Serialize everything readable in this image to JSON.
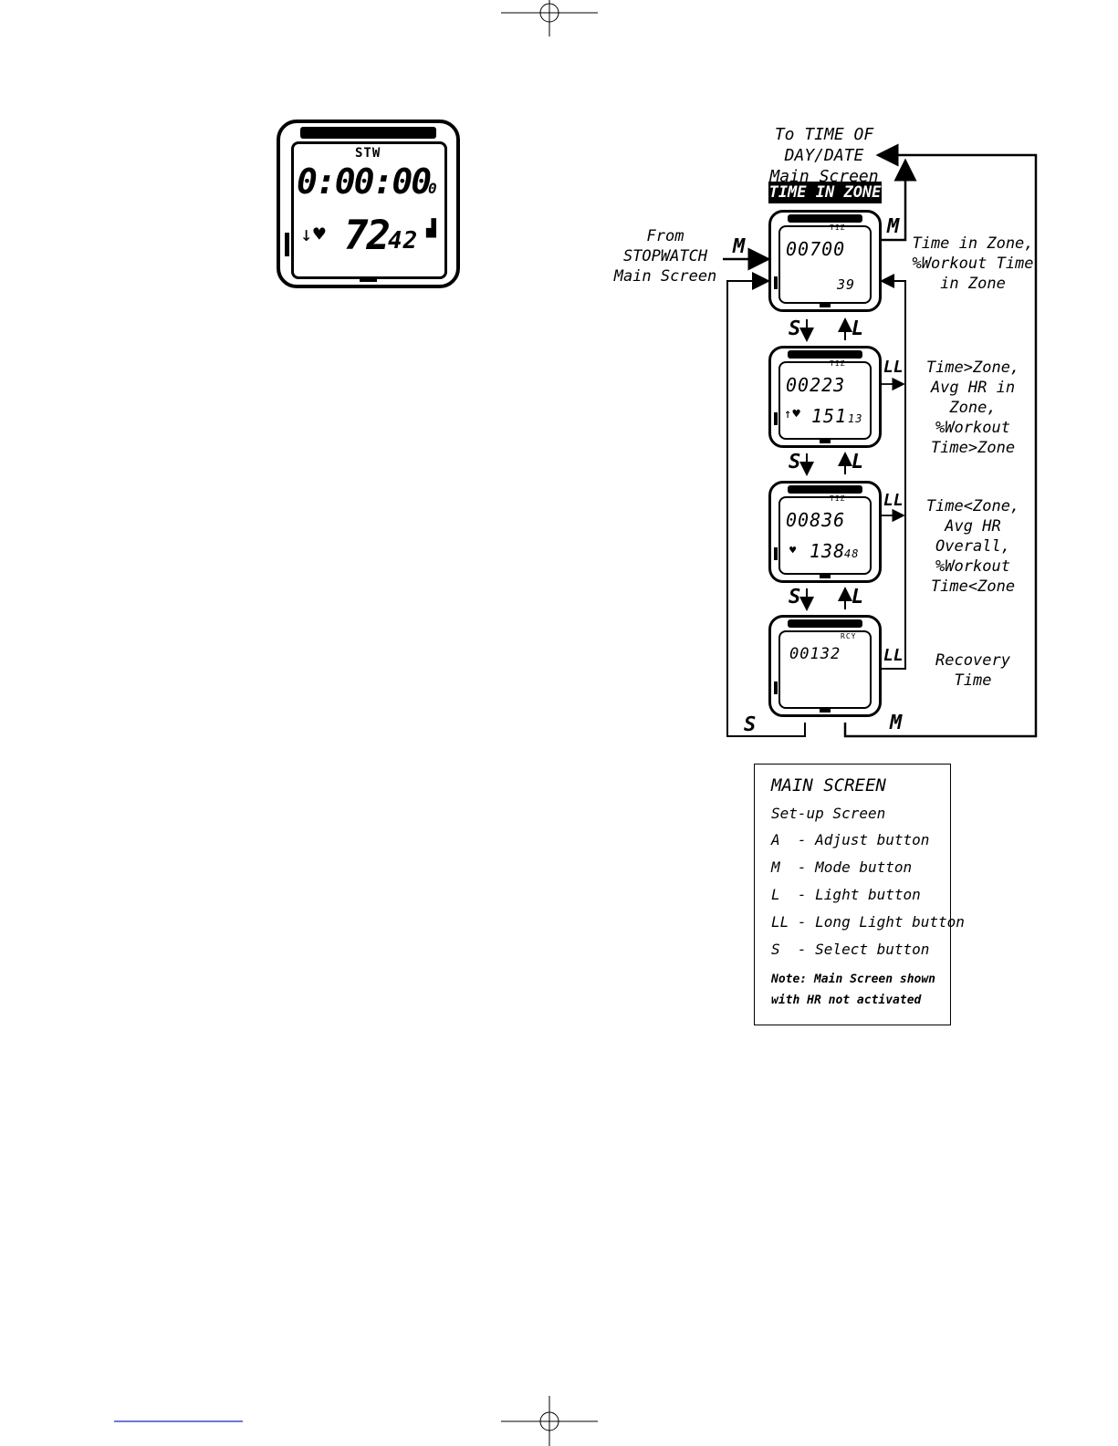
{
  "top_watch": {
    "mode": "STW",
    "time": "0:00:00",
    "time_suffix": "0",
    "hr_main": "72",
    "hr_small": "42"
  },
  "diagram": {
    "to_label": "To TIME OF DAY/DATE\nMain Screen",
    "section_title": "TIME IN ZONE",
    "from_label": "From\nSTOPWATCH\nMain Screen",
    "screens": [
      {
        "mode": "TIZ",
        "value": "00700",
        "lower": "39"
      },
      {
        "mode": "TIZ",
        "value": "00223",
        "lower": "151",
        "lower_small": "13"
      },
      {
        "mode": "TIZ",
        "value": "00836",
        "lower": "138",
        "lower_small": "48"
      },
      {
        "mode": "RCY",
        "value": "00132",
        "lower": ""
      }
    ],
    "descriptions": [
      "Time in Zone,\n%Workout Time\nin Zone",
      "Time>Zone,\nAvg HR in Zone,\n%Workout\nTime>Zone",
      "Time<Zone,\nAvg HR Overall,\n%Workout\nTime<Zone",
      "Recovery\nTime"
    ],
    "buttons": {
      "m": "M",
      "s": "S",
      "l": "L",
      "ll": "LL"
    }
  },
  "legend": {
    "title": "MAIN SCREEN",
    "subtitle": "Set-up Screen",
    "items": [
      "A  - Adjust button",
      "M  - Mode button",
      "L  - Light button",
      "LL - Long Light button",
      "S  - Select button"
    ],
    "note": "Note: Main Screen shown\nwith HR not activated"
  }
}
